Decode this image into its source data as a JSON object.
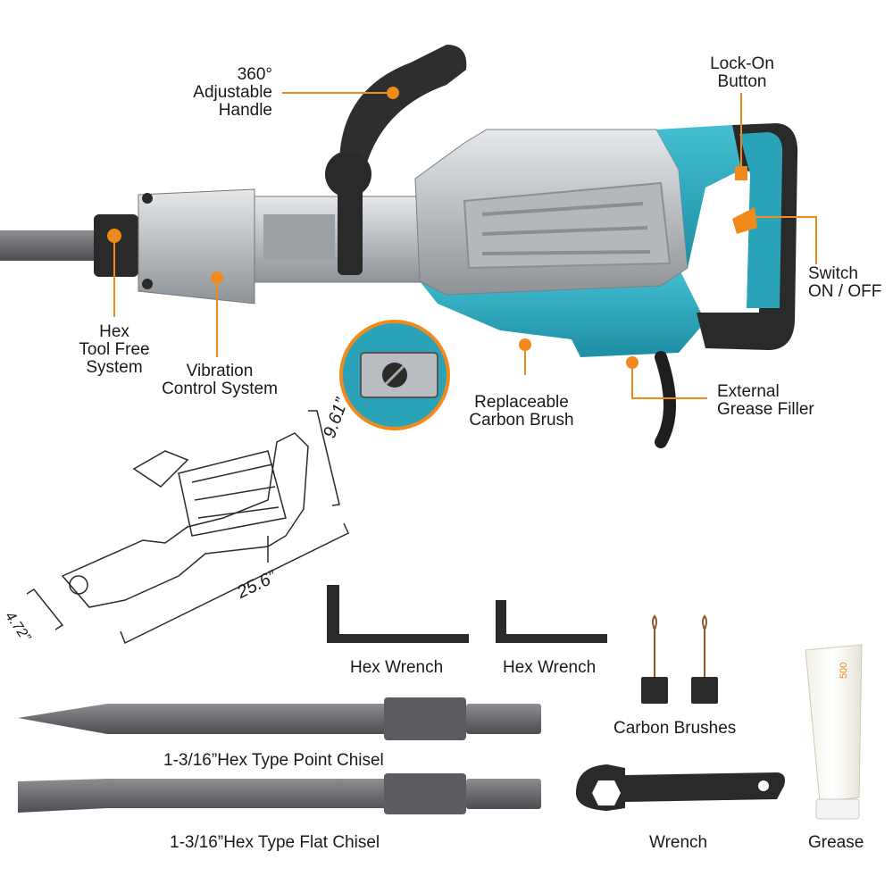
{
  "callouts": {
    "handle": [
      "360°",
      "Adjustable",
      "Handle"
    ],
    "lock_on": [
      "Lock-On",
      "Button"
    ],
    "switch": [
      "Switch",
      "ON / OFF"
    ],
    "hex_tool": [
      "Hex",
      "Tool Free",
      "System"
    ],
    "vibration": [
      "Vibration",
      "Control System"
    ],
    "carbon_brush": [
      "Replaceable",
      "Carbon Brush"
    ],
    "grease_filler": [
      "External",
      "Grease Filler"
    ]
  },
  "dimensions": {
    "height": "9.61”",
    "length": "25.6”",
    "width": "4.72”"
  },
  "accessories": {
    "hex_wrench_1": "Hex Wrench",
    "hex_wrench_2": "Hex Wrench",
    "carbon_brushes": "Carbon Brushes",
    "point_chisel": "1-3/16”Hex Type Point Chisel",
    "flat_chisel": "1-3/16”Hex Type Flat Chisel",
    "wrench": "Wrench",
    "grease": "Grease",
    "grease_tube_mark": "500"
  },
  "colors": {
    "accent": "#f08a1c",
    "body_teal": "#2aa3b8",
    "body_silver": "#c9ccd0",
    "dark": "#2a2a2a"
  }
}
